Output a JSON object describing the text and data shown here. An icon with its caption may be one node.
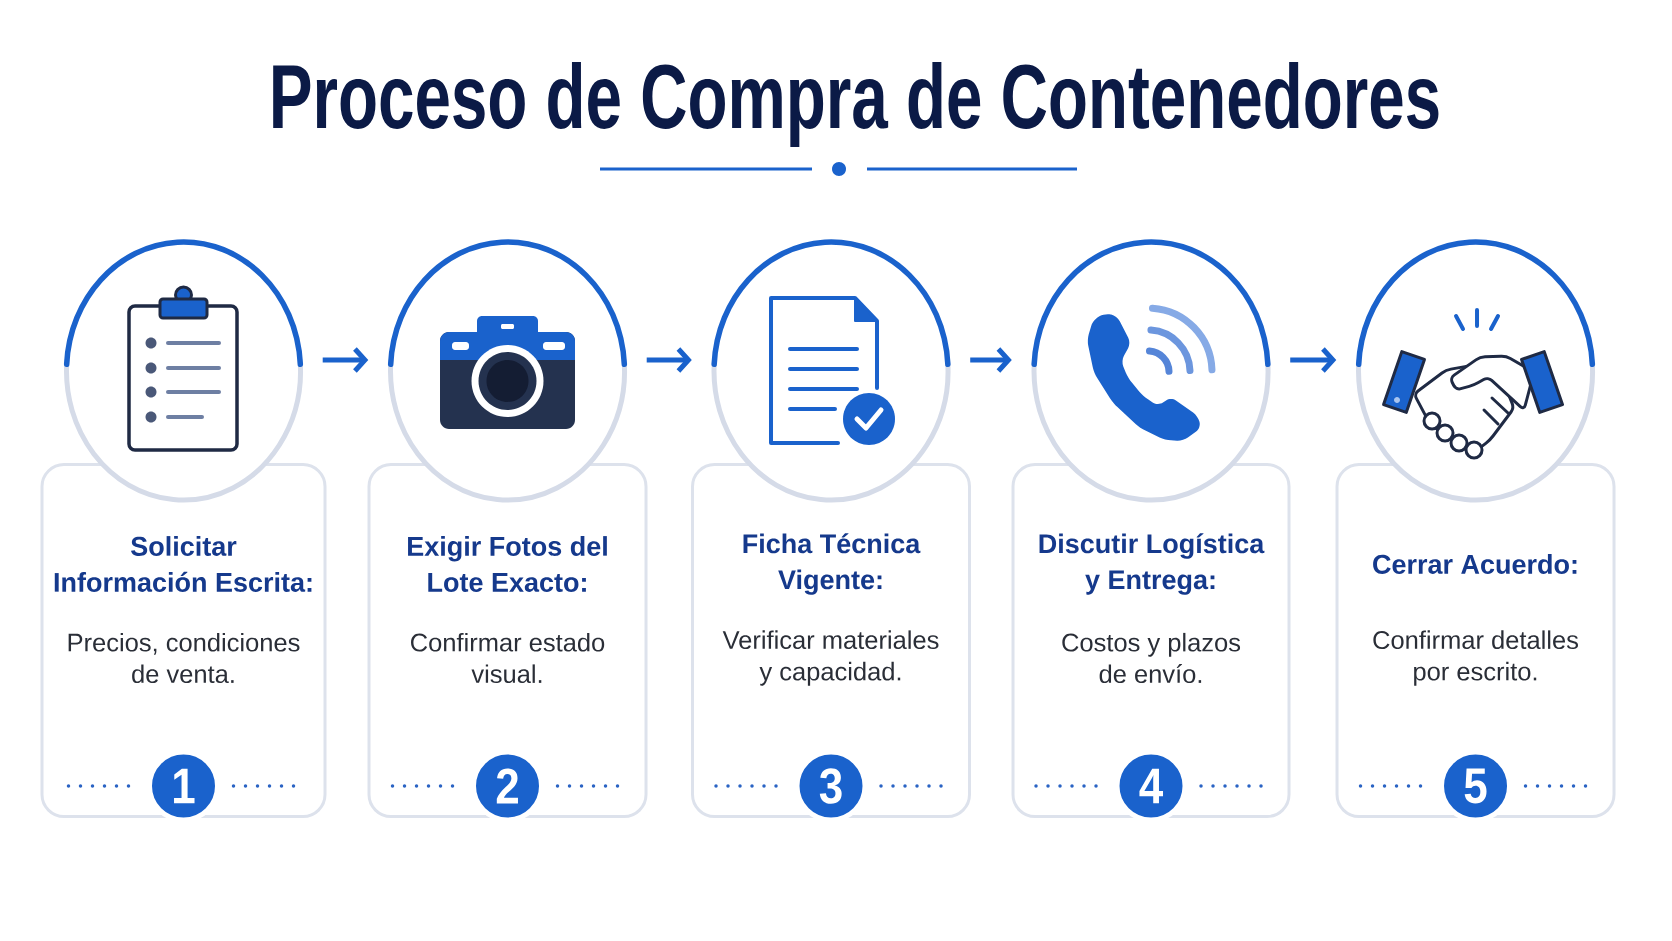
{
  "diagram": {
    "title": "Proceso de Compra de Contenedores",
    "nodes": [
      {
        "text": [],
        "shape": "circle"
      },
      {
        "text": [
          "Solicitar Información Escrita:",
          "Precios, condiciones de venta."
        ]
      },
      {
        "text": [
          "1"
        ],
        "in": 1
      },
      {
        "text": [],
        "shape": "circle"
      },
      {
        "text": [
          "Exigir Fotos del Lote Exacto:",
          "Confirmar estado visual."
        ]
      },
      {
        "text": [
          "2"
        ],
        "in": 4
      },
      {
        "text": [],
        "shape": "circle"
      },
      {
        "text": [
          "Ficha Técnica Vigente:",
          "Verificar materiales y capacidad."
        ]
      },
      {
        "text": [
          "3"
        ],
        "in": 7
      },
      {
        "text": [],
        "shape": "circle"
      },
      {
        "text": [
          "Discutir Logística y Entrega:",
          "Costos y plazos de envío."
        ]
      },
      {
        "text": [
          "4"
        ],
        "in": 10
      },
      {
        "text": [],
        "shape": "circle"
      },
      {
        "text": [
          "Cerrar Acuerdo:",
          "Confirmar detalles por escrito."
        ]
      },
      {
        "text": [
          "5"
        ],
        "in": 13
      }
    ],
    "edges": [
      {
        "from": 0,
        "to": 3,
        "arrow": "to"
      },
      {
        "from": 3,
        "to": 6,
        "arrow": "to"
      },
      {
        "from": 6,
        "to": 9,
        "arrow": "to"
      },
      {
        "from": 9,
        "to": 12,
        "arrow": "to"
      }
    ]
  }
}
